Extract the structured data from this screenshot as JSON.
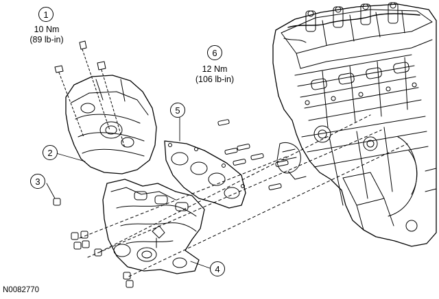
{
  "callouts": [
    {
      "label": "1",
      "torque_nm": "10 Nm",
      "torque_alt": "(89 lb-in)"
    },
    {
      "label": "2"
    },
    {
      "label": "3"
    },
    {
      "label": "4"
    },
    {
      "label": "5"
    },
    {
      "label": "6",
      "torque_nm": "12 Nm",
      "torque_alt": "(106 lb-in)"
    }
  ],
  "figure_id": "N0082770",
  "parts": {
    "heat_shield": "heat-shield",
    "exhaust_manifold": "exhaust-manifold",
    "manifold_gasket": "manifold-gasket",
    "studs": "stud",
    "nuts": "nut",
    "heat_shield_bolts": "bolt",
    "engine": "engine-block"
  }
}
